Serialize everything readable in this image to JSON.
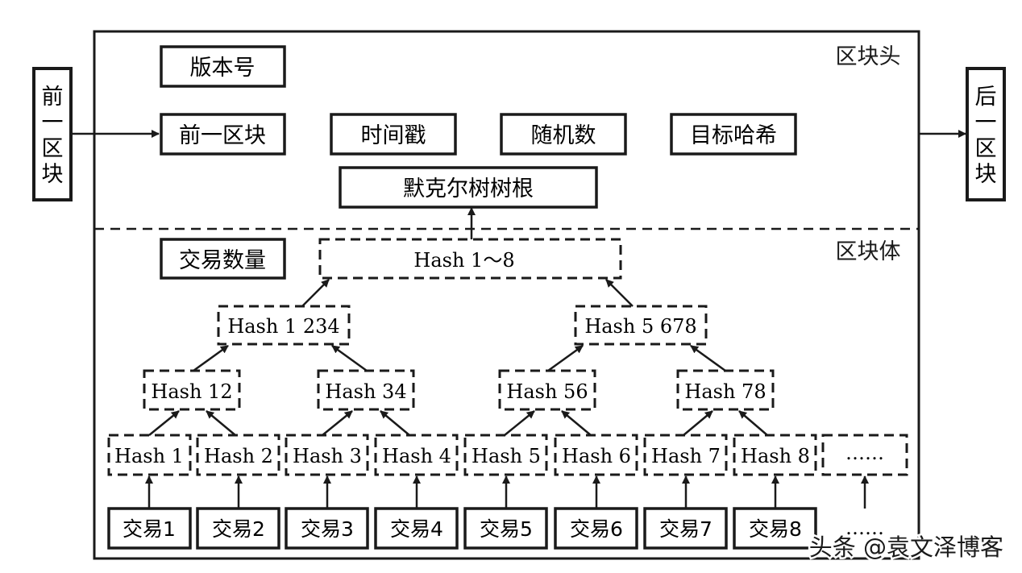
{
  "sections": {
    "header_title": "区块头",
    "body_title": "区块体"
  },
  "neighbors": {
    "prev_block": [
      "前",
      "一",
      "区",
      "块"
    ],
    "next_block": [
      "后",
      "一",
      "区",
      "块"
    ]
  },
  "header_fields": {
    "version": "版本号",
    "prev_block": "前一区块",
    "timestamp": "时间戳",
    "nonce": "随机数",
    "target_hash": "目标哈希",
    "merkle_root": "默克尔树树根"
  },
  "body_fields": {
    "tx_count": "交易数量"
  },
  "merkle_tree": {
    "root": "Hash 1～8",
    "level2": [
      "Hash 1 234",
      "Hash 5 678"
    ],
    "level1": [
      "Hash 12",
      "Hash 34",
      "Hash 56",
      "Hash 78"
    ],
    "leaves": [
      "Hash 1",
      "Hash 2",
      "Hash 3",
      "Hash 4",
      "Hash 5",
      "Hash 6",
      "Hash 7",
      "Hash 8",
      "……"
    ]
  },
  "transactions": [
    "交易1",
    "交易2",
    "交易3",
    "交易4",
    "交易5",
    "交易6",
    "交易7",
    "交易8",
    "……"
  ],
  "watermark": "头条 @袁文泽博客"
}
